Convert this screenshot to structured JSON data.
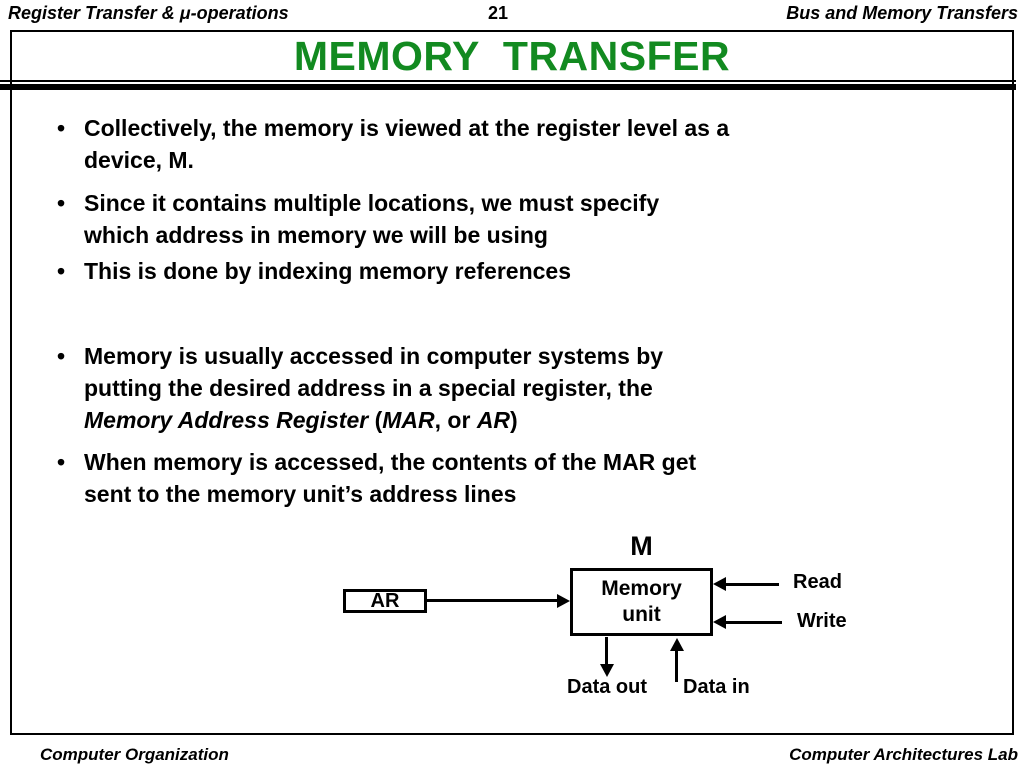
{
  "header": {
    "left": "Register Transfer & μ-operations",
    "page_number": "21",
    "right": "Bus and Memory Transfers"
  },
  "slide": {
    "title": "MEMORY  TRANSFER",
    "title_color": "#128a20",
    "bullet_glyph": "•",
    "bullets": [
      {
        "lines": [
          [
            {
              "t": "Collectively, the memory is viewed at the register level as a"
            }
          ],
          [
            {
              "t": "device, M."
            }
          ]
        ]
      },
      {
        "lines": [
          [
            {
              "t": "Since it contains multiple locations, we must specify"
            }
          ],
          [
            {
              "t": "which address in memory we will be using"
            }
          ]
        ]
      },
      {
        "lines": [
          [
            {
              "t": "This is done by indexing memory references"
            }
          ]
        ]
      },
      {
        "lines": [
          [
            {
              "t": "Memory is usually accessed in computer systems by"
            }
          ],
          [
            {
              "t": "putting the desired address in a special register, the"
            }
          ],
          [
            {
              "t": "Memory Address Register",
              "italic": true
            },
            {
              "t": " ("
            },
            {
              "t": "MAR",
              "italic": true
            },
            {
              "t": ", or "
            },
            {
              "t": "AR",
              "italic": true
            },
            {
              "t": ")"
            }
          ]
        ]
      },
      {
        "lines": [
          [
            {
              "t": "When memory is accessed, the contents of the MAR get"
            }
          ],
          [
            {
              "t": "sent to the memory unit’s address lines"
            }
          ]
        ]
      }
    ]
  },
  "diagram": {
    "m_label": "M",
    "memory_unit_line1": "Memory",
    "memory_unit_line2": "unit",
    "ar_label": "AR",
    "read_label": "Read",
    "write_label": "Write",
    "data_out_label": "Data out",
    "data_in_label": "Data in"
  },
  "footer": {
    "left": "Computer Organization",
    "right": "Computer Architectures Lab"
  },
  "colors": {
    "text": "#000000",
    "background": "#ffffff",
    "title_green": "#128a20"
  }
}
